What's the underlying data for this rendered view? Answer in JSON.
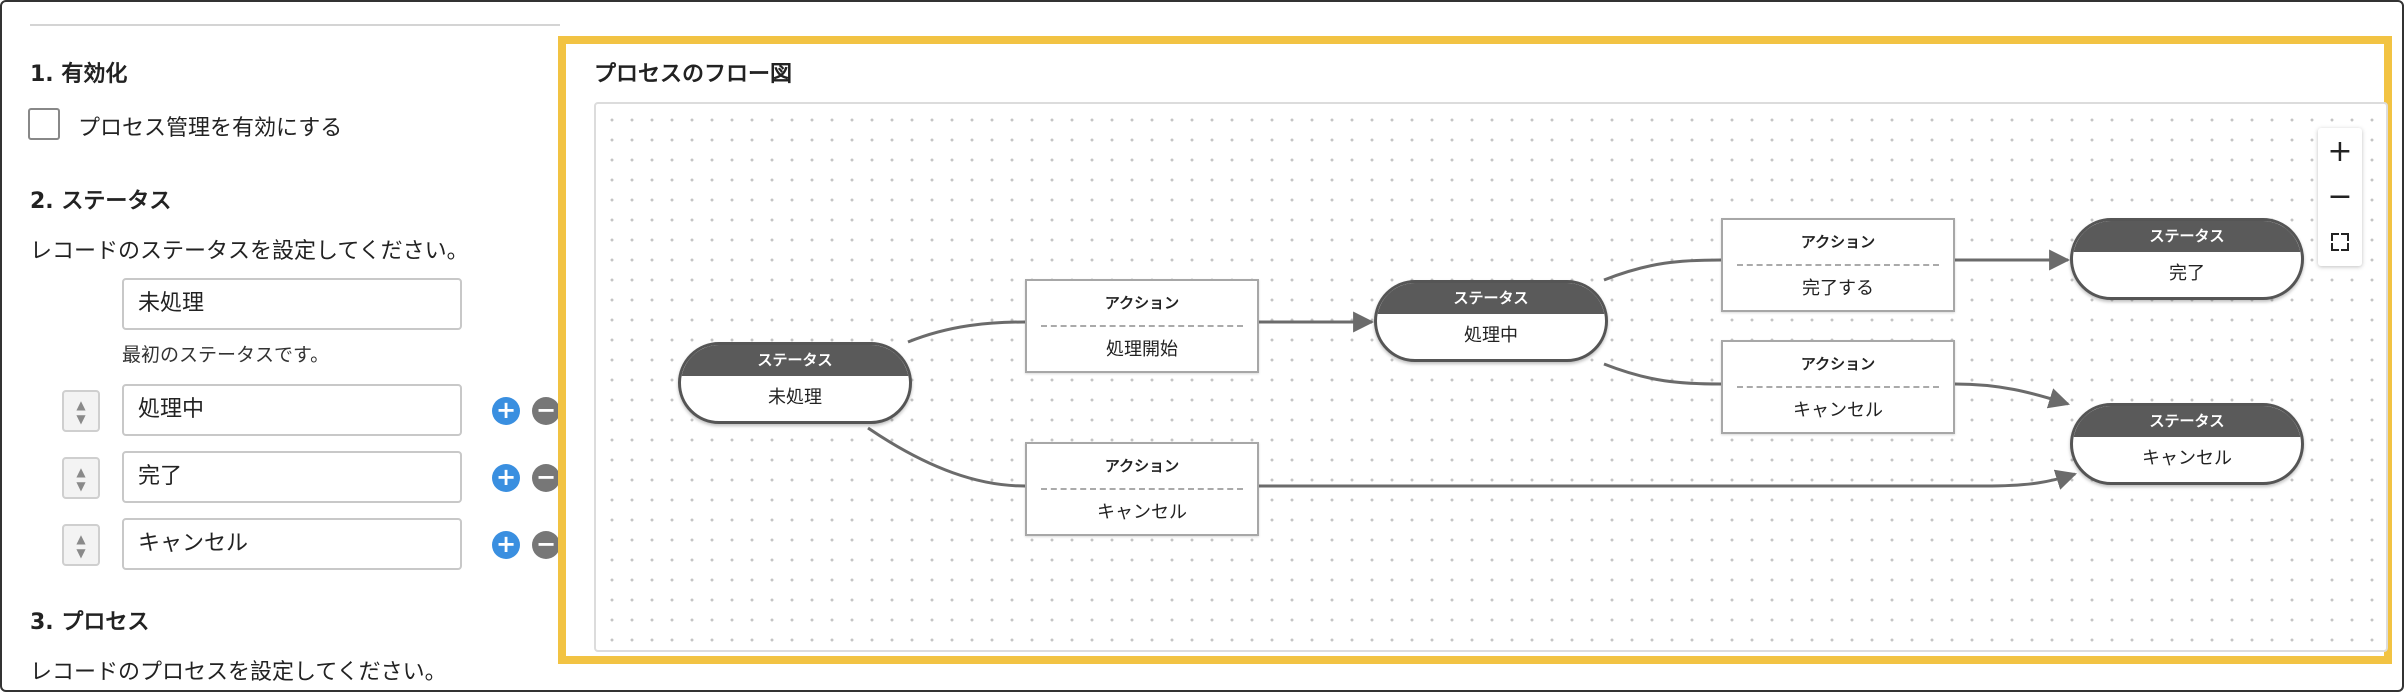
{
  "settings": {
    "enable": {
      "title": "1. 有効化",
      "checkbox_label": "プロセス管理を有効にする",
      "checked": false
    },
    "status": {
      "title": "2. ステータス",
      "description": "レコードのステータスを設定してください。",
      "first_status": "未処理",
      "first_note": "最初のステータスです。",
      "statuses": [
        "処理中",
        "完了",
        "キャンセル"
      ]
    },
    "process": {
      "title": "3. プロセス",
      "description": "レコードのプロセスを設定してください。"
    }
  },
  "flow": {
    "title": "プロセスのフロー図",
    "status_header": "ステータス",
    "action_header": "アクション",
    "zoom_in": "+",
    "zoom_out": "−",
    "statuses": {
      "unprocessed": "未処理",
      "in_progress": "処理中",
      "done": "完了",
      "cancelled": "キャンセル"
    },
    "actions": {
      "start": "処理開始",
      "complete": "完了する",
      "cancel_from_progress": "キャンセル",
      "cancel_from_unprocessed": "キャンセル"
    },
    "colors": {
      "highlight": "#f2c343",
      "status_header": "#5a5a5a",
      "add": "#3a8fe0",
      "remove": "#777777"
    }
  }
}
